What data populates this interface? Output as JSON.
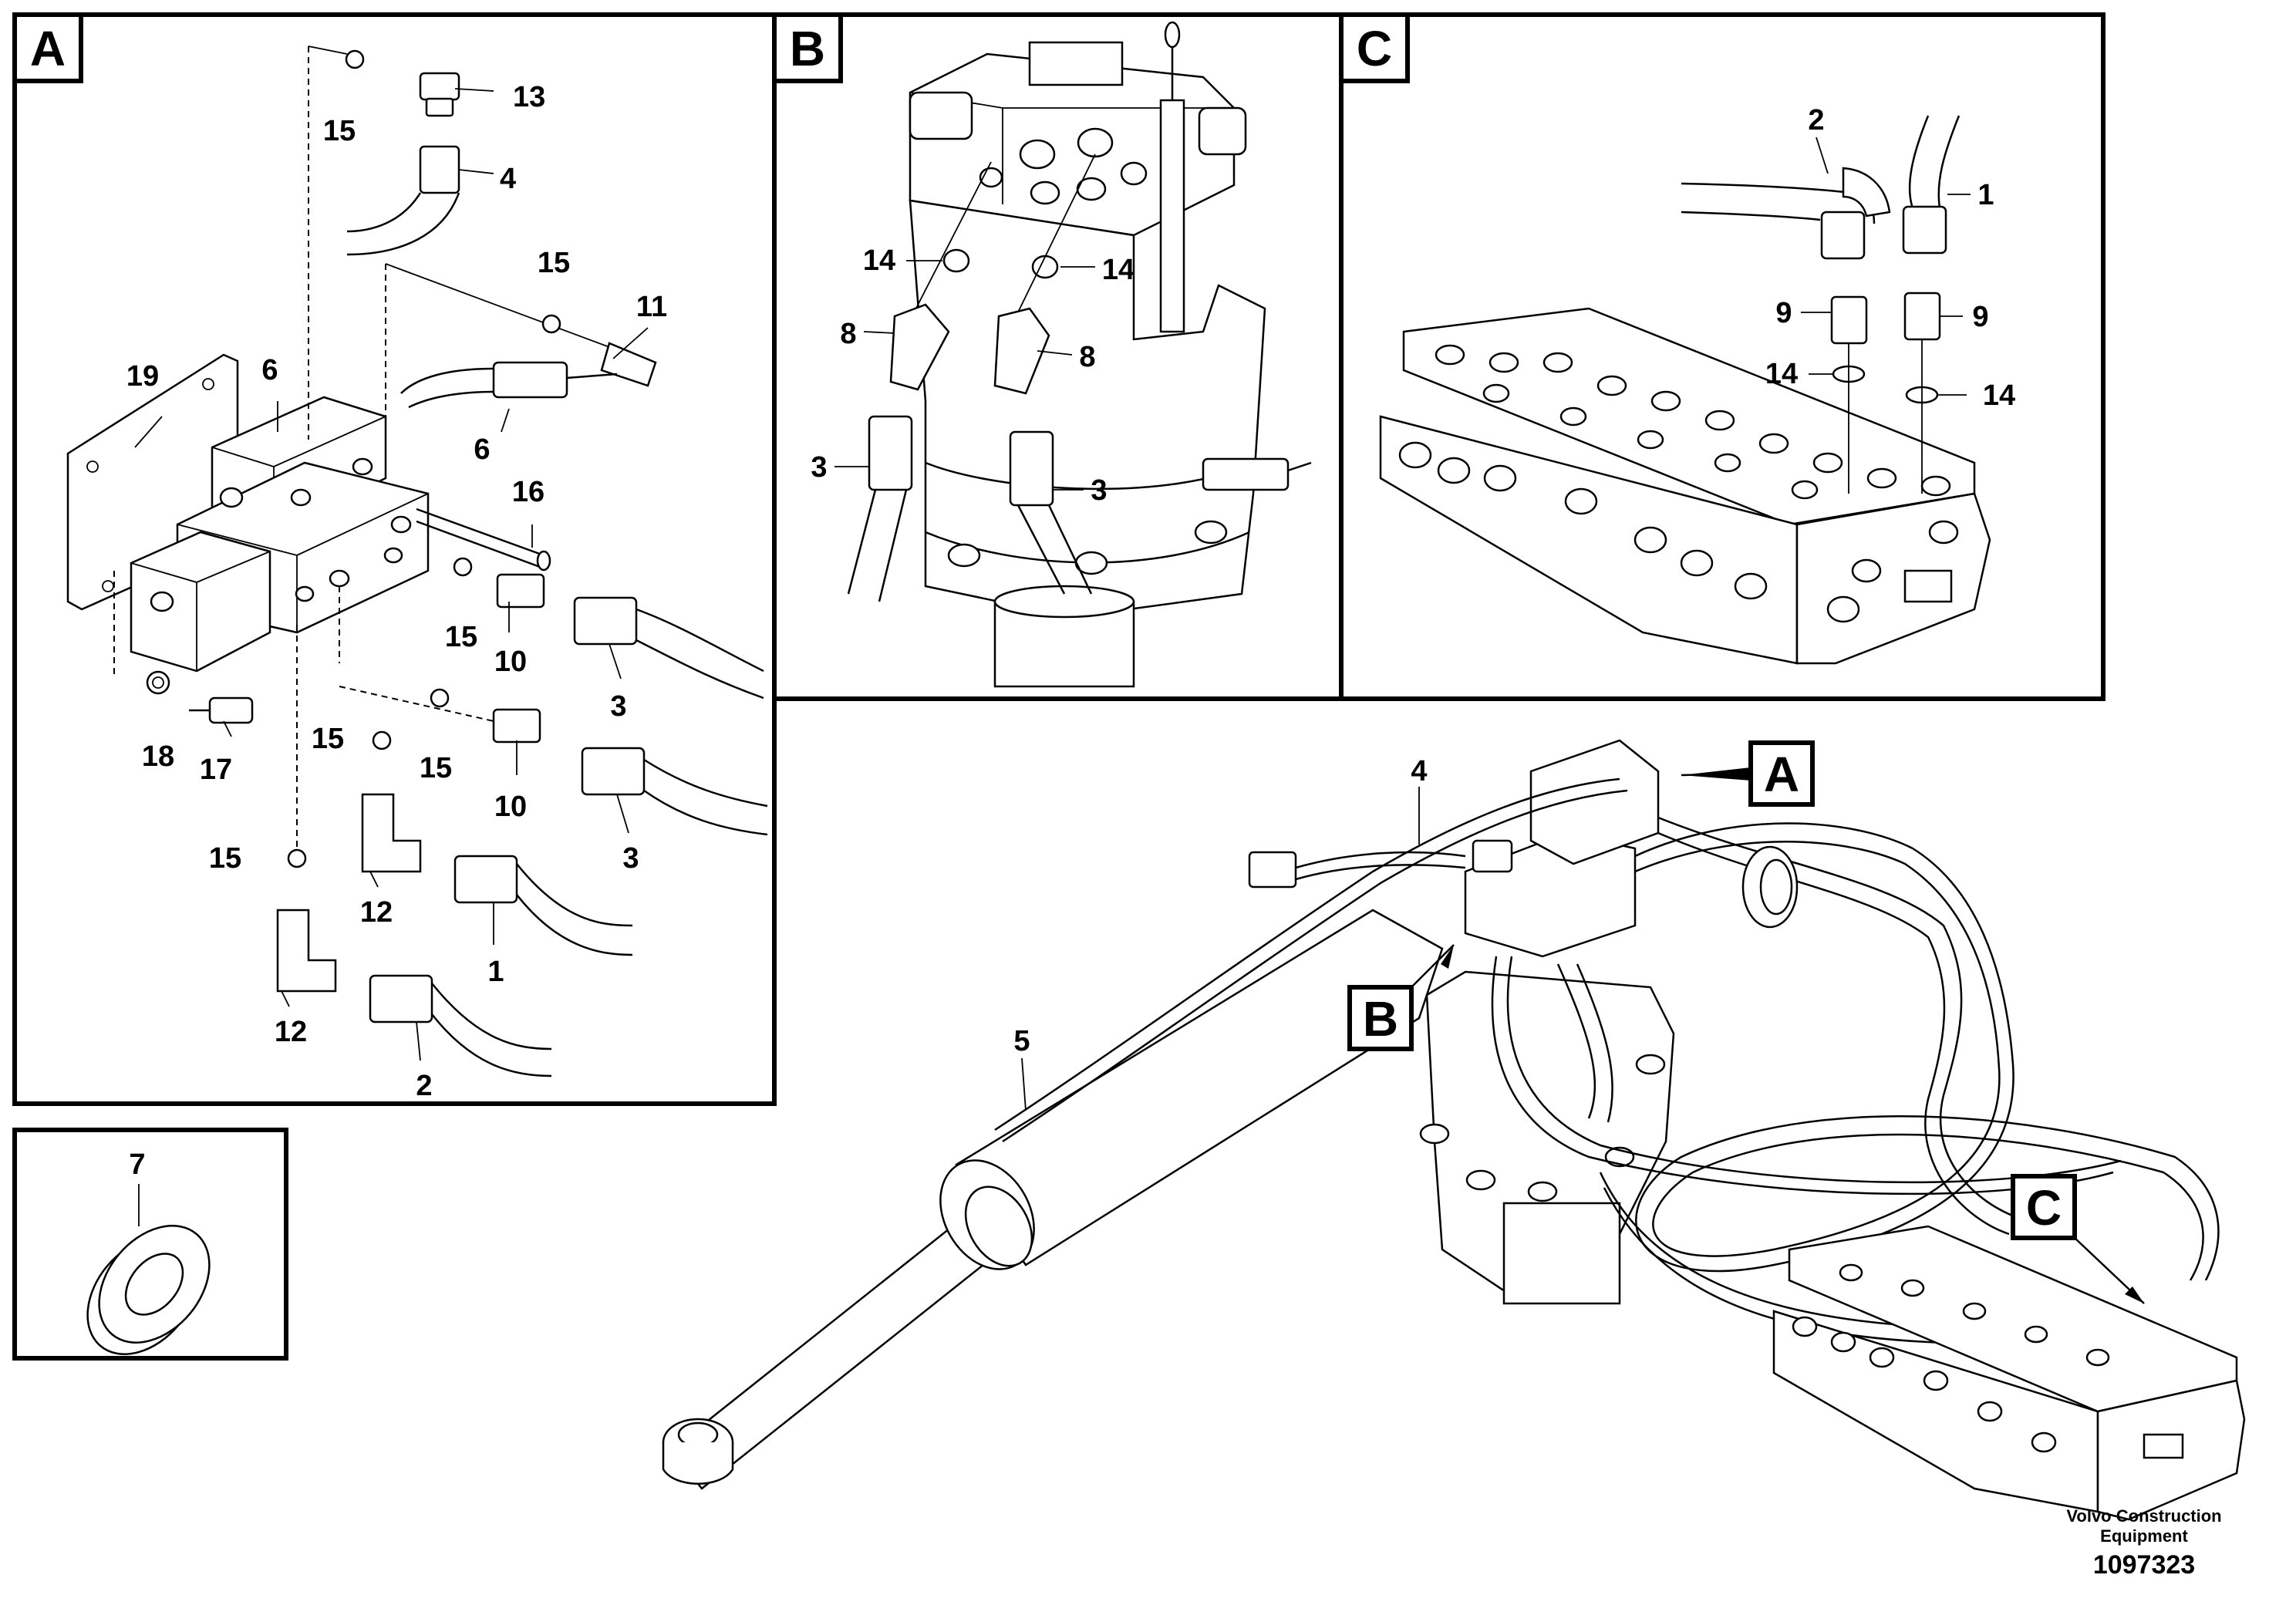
{
  "panels": {
    "a": {
      "label": "A"
    },
    "b": {
      "label": "B"
    },
    "c": {
      "label": "C"
    }
  },
  "overview_refs": {
    "a": "A",
    "b": "B",
    "c": "C"
  },
  "callouts_a": {
    "p13": "13",
    "p15a": "15",
    "p4": "4",
    "p15b": "15",
    "p11": "11",
    "p19": "19",
    "p6a": "6",
    "p6b": "6",
    "p16": "16",
    "p15c": "15",
    "p10a": "10",
    "p3a": "3",
    "p18": "18",
    "p17": "17",
    "p15d": "15",
    "p15e": "15",
    "p10b": "10",
    "p3b": "3",
    "p15f": "15",
    "p12a": "12",
    "p1": "1",
    "p12b": "12",
    "p2": "2"
  },
  "callouts_b": {
    "p14a": "14",
    "p14b": "14",
    "p8a": "8",
    "p8b": "8",
    "p3a": "3",
    "p3b": "3"
  },
  "callouts_c": {
    "p2": "2",
    "p1": "1",
    "p9a": "9",
    "p9b": "9",
    "p14a": "14",
    "p14b": "14"
  },
  "callouts_detail": {
    "p7": "7"
  },
  "callouts_main": {
    "p4": "4",
    "p5": "5"
  },
  "footer": {
    "brand_line1": "Volvo Construction",
    "brand_line2": "Equipment",
    "doc_number": "1097323"
  }
}
